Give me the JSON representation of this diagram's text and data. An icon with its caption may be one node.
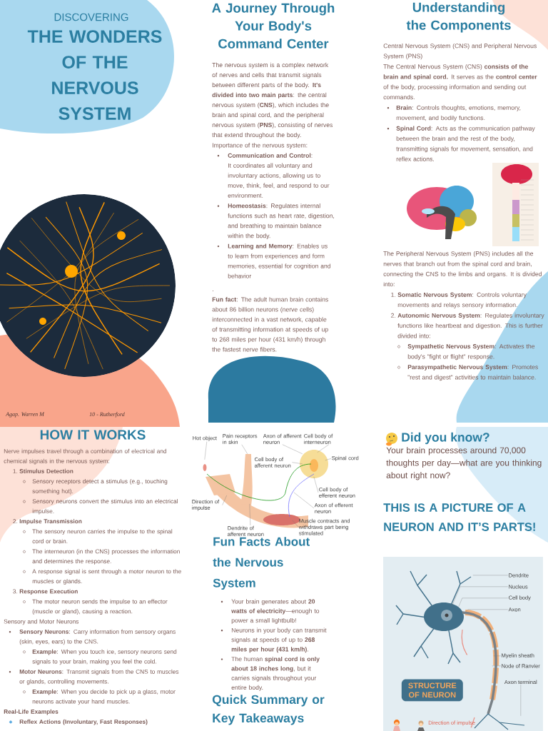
{
  "diagram": {
    "title": "THE WONDERS OF THE NERVOUS SYSTEM",
    "nodes": [
      {
        "text": [
          "Dendrite"
        ],
        "in": 8
      },
      {
        "text": [
          "Nucleus"
        ],
        "in": 8
      },
      {
        "text": [
          "Cell body"
        ],
        "in": 8
      },
      {
        "text": [
          "Axon"
        ],
        "in": 8
      },
      {
        "text": [
          "Myelin sheath"
        ],
        "in": 8
      },
      {
        "text": [
          "Node of Ranvier"
        ],
        "in": 8
      },
      {
        "text": [
          "Axon terminal"
        ],
        "in": 8
      },
      {
        "text": [
          "STRUCTURE OF NEURON"
        ],
        "in": 8
      },
      {
        "text": [],
        "shape": "picture"
      },
      {
        "text": [],
        "shape": "picture"
      },
      {
        "text": [
          "Hot object"
        ]
      },
      {
        "text": [
          "Pain receptors in skin"
        ]
      },
      {
        "text": [
          "Axon of afferent neuron"
        ]
      },
      {
        "text": [
          "Cell body of interneuron"
        ]
      },
      {
        "text": [
          "Cell body of afferent neuron"
        ],
        "in": 9
      },
      {
        "text": [
          "Spinal cord"
        ]
      },
      {
        "text": [
          "Cell body of efferent neuron"
        ]
      },
      {
        "text": [
          "Direction of impulse"
        ]
      },
      {
        "text": [
          "Axon of efferent neuron"
        ]
      },
      {
        "text": [
          "Muscle contracts and withdraws part being stimulated"
        ]
      },
      {
        "text": [
          "Dendrite of afferent neuron"
        ]
      }
    ],
    "edges": [
      {
        "from": 0,
        "to": 8,
        "arrow": "none"
      },
      {
        "from": 1,
        "to": 8,
        "arrow": "none"
      },
      {
        "from": 2,
        "to": 8,
        "arrow": "none"
      },
      {
        "from": 3,
        "to": 8,
        "arrow": "none"
      },
      {
        "from": 4,
        "to": 8,
        "arrow": "none"
      },
      {
        "from": 5,
        "to": 8,
        "arrow": "none"
      },
      {
        "from": 6,
        "to": 8,
        "arrow": "none"
      },
      {
        "from": 10,
        "to": 9,
        "arrow": "none"
      },
      {
        "from": 11,
        "to": 9,
        "arrow": "none"
      },
      {
        "from": 12,
        "to": 9,
        "arrow": "none"
      },
      {
        "from": 13,
        "to": 9,
        "arrow": "none"
      },
      {
        "from": 14,
        "to": 9,
        "arrow": "none"
      },
      {
        "from": 15,
        "to": 9,
        "arrow": "none"
      },
      {
        "from": 16,
        "to": 9,
        "arrow": "none"
      },
      {
        "from": 17,
        "to": 9,
        "arrow": "none"
      },
      {
        "from": 18,
        "to": 9,
        "arrow": "none"
      },
      {
        "from": 19,
        "to": 9,
        "arrow": "none"
      },
      {
        "from": 20,
        "to": 9,
        "arrow": "none"
      }
    ],
    "labels": [
      "DISCOVERING",
      "Agap. Warren M",
      "10 - Rutherford",
      "A Journey Through Your Body's Command Center",
      "The nervous system is a complex network of nerves and cells that transmit signals between different parts of the body. **It's divided into two main parts**: the central nervous system (**CNS**), which includes the brain and spinal cord, and the peripheral nervous system (**PNS**), consisting of nerves that extend throughout the body.",
      "Importance of the nervous system:",
      "**Communication and Control**: It coordinates all voluntary and involuntary actions, allowing us to move, think, feel, and respond to our environment.",
      "**Homeostasis**: Regulates internal functions such as heart rate, digestion, and breathing to maintain balance within the body.",
      "**Learning and Memory**: Enables us to learn from experiences and form memories, essential for cognition and behavior",
      ".",
      "**Fun fact**: The adult human brain contains about 86 billion neurons (nerve cells) interconnected in a vast network, capable of transmitting information at speeds of up to 268 miles per hour (431 km/h) through the fastest nerve fibers.",
      "Understanding the Components",
      "Central Nervous System (CNS) and Peripheral Nervous System (PNS)",
      "The Central Nervous System (CNS) **consists of the brain and spinal cord.** It serves as the **control center** of the body, processing information and sending out commands.",
      "**Brain**: Controls thoughts, emotions, memory, movement, and bodily functions.",
      "**Spinal Cord**: Acts as the communication pathway between the brain and the rest of the body, transmitting signals for movement, sensation, and reflex actions.",
      "The Peripheral Nervous System (PNS) includes all the nerves that branch out from the spinal cord and brain, connecting the CNS to the limbs and organs. It is divided into:",
      "1.",
      "**Somatic Nervous System**: Controls voluntary movements and relays sensory information.",
      "2.",
      "**Autonomic Nervous System**: Regulates involuntary functions like heartbeat and digestion. This is further divided into:",
      "**Sympathetic Nervous System**: Activates the body's \"fight or flight\" response.",
      "**Parasympathetic Nervous System**: Promotes \"rest and digest\" activities to maintain balance.",
      "HOW IT WORKS",
      "Nerve impulses travel through a combination of electrical and chemical signals in the nervous system:",
      "1.",
      "Stimulus Detection",
      "Sensory receptors detect a stimulus (e.g., touching something hot).",
      "Sensory neurons convert the stimulus into an electrical impulse.",
      "2.",
      "Impulse Transmission",
      "The sensory neuron carries the impulse to the spinal cord or brain.",
      "The interneuron (in the CNS) processes the information and determines the response.",
      "A response signal is sent through a motor neuron to the muscles or glands.",
      "3.",
      "Response Execution",
      "The motor neuron sends the impulse to an effector (muscle or gland), causing a reaction.",
      "Sensory and Motor Neurons",
      "**Sensory Neurons**: Carry information from sensory organs (skin, eyes, ears) to the CNS.",
      "**Example**: When you touch ice, sensory neurons send signals to your brain, making you feel the cold.",
      "**Motor Neurons**: Transmit signals from the CNS to muscles or glands, controlling movements.",
      "**Example**: When you decide to pick up a glass, motor neurons activate your hand muscles.",
      "Real-Life Examples",
      "Reflex Actions (Involuntary, Fast Responses)",
      "Fun Facts About the Nervous System",
      "Your brain generates about **20 watts of electricity**—enough to power a small lightbulb!",
      "Neurons in your body can transmit signals at speeds of up to **268 miles per hour (431 km/h)**.",
      "The human **spinal cord is only about 18 inches long**, but it carries signals throughout your entire body.",
      "Quick Summary or Key Takeaways",
      "Did you know?",
      "Your brain processes around 70,000 thoughts per day—what are you thinking about right now?",
      "THIS IS A PICTURE OF A NEURON AND IT’S PARTS!",
      "Direction of impulse"
    ]
  }
}
